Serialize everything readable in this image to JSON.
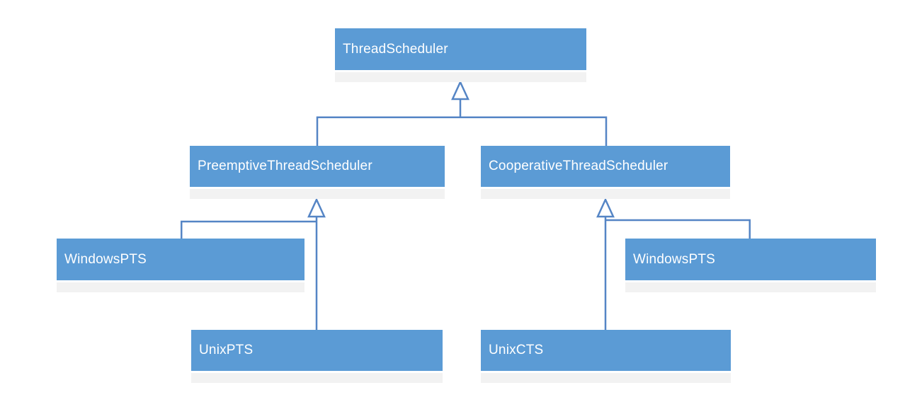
{
  "diagram": {
    "type": "class-inheritance-hierarchy",
    "colors": {
      "node_fill": "#5b9bd5",
      "node_text": "#ffffff",
      "connector": "#5585c5",
      "shadow": "#f2f2f2",
      "background": "#ffffff"
    },
    "nodes": {
      "thread_scheduler": {
        "label": "ThreadScheduler"
      },
      "preemptive_thread_scheduler": {
        "label": "PreemptiveThreadScheduler"
      },
      "cooperative_thread_scheduler": {
        "label": "CooperativeThreadScheduler"
      },
      "windows_pts_left": {
        "label": "WindowsPTS"
      },
      "unix_pts": {
        "label": "UnixPTS"
      },
      "windows_pts_right": {
        "label": "WindowsPTS"
      },
      "unix_cts": {
        "label": "UnixCTS"
      }
    },
    "edges": [
      {
        "from": "PreemptiveThreadScheduler",
        "to": "ThreadScheduler",
        "type": "inheritance"
      },
      {
        "from": "CooperativeThreadScheduler",
        "to": "ThreadScheduler",
        "type": "inheritance"
      },
      {
        "from": "WindowsPTS",
        "to": "PreemptiveThreadScheduler",
        "type": "inheritance"
      },
      {
        "from": "UnixPTS",
        "to": "PreemptiveThreadScheduler",
        "type": "inheritance"
      },
      {
        "from": "WindowsPTS",
        "to": "CooperativeThreadScheduler",
        "type": "inheritance"
      },
      {
        "from": "UnixCTS",
        "to": "CooperativeThreadScheduler",
        "type": "inheritance"
      }
    ]
  }
}
